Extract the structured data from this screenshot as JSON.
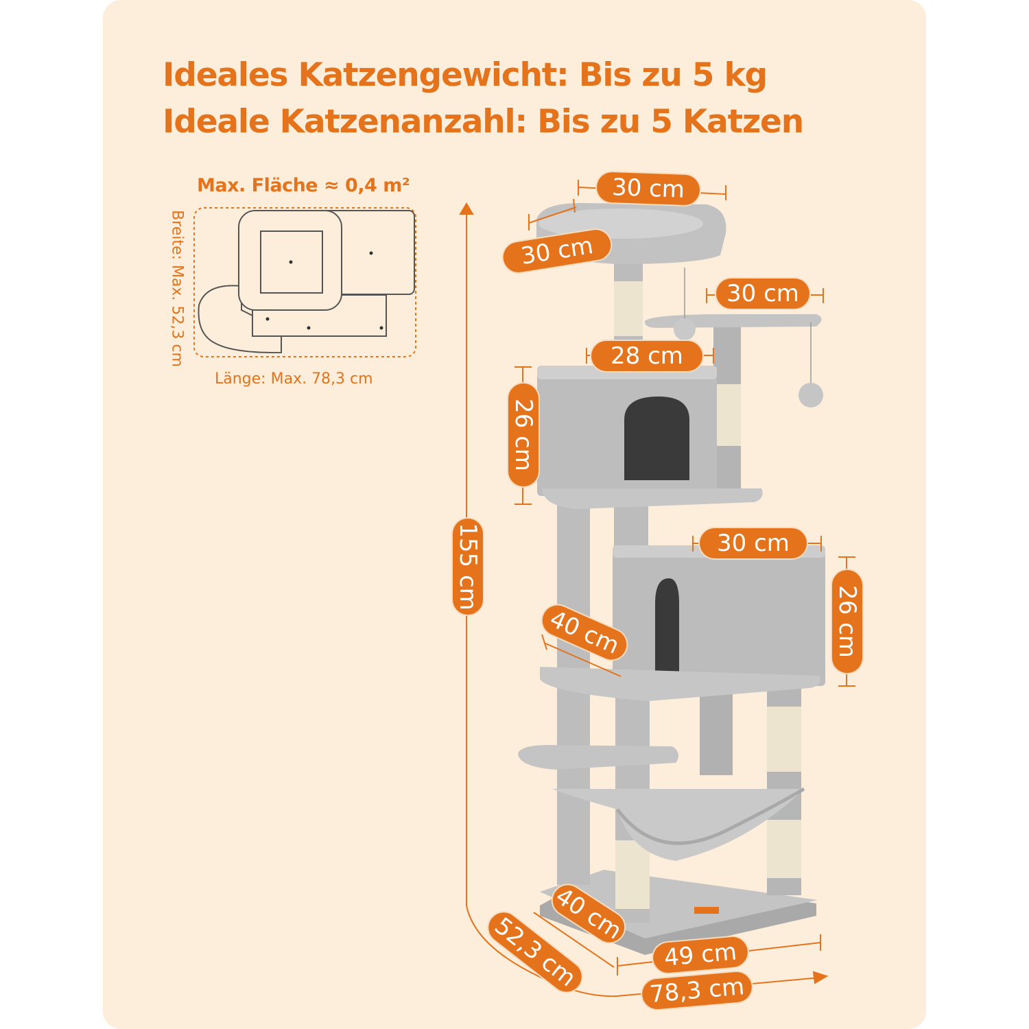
{
  "header": {
    "line1": "Ideales Katzengewicht: Bis zu 5 kg",
    "line2": "Ideale Katzenanzahl: Bis zu 5 Katzen"
  },
  "floor_plan": {
    "title": "Max. Fläche ≈ 0,4 m²",
    "length": "Länge: Max. 78,3 cm",
    "width": "Breite: Max. 52,3 cm"
  },
  "dimensions": {
    "top_width": "30 cm",
    "top_depth": "30 cm",
    "platform_width": "30 cm",
    "condo_upper_width": "28 cm",
    "condo_upper_height": "26 cm",
    "total_height": "155 cm",
    "condo_lower_width": "30 cm",
    "condo_lower_height": "26 cm",
    "condo_lower_depth": "40 cm",
    "base_depth": "40 cm",
    "base_width": "49 cm",
    "footprint_depth": "52,3 cm",
    "footprint_length": "78,3 cm"
  },
  "colors": {
    "accent": "#e4731b",
    "background": "#fdeedb",
    "plush": "#b9b9b9",
    "sisal": "#ece4cf"
  }
}
